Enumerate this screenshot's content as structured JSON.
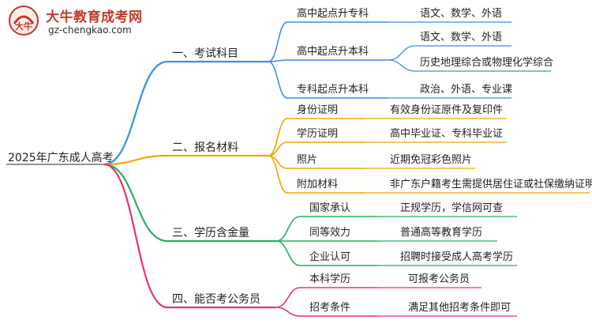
{
  "logo": {
    "title": "大牛教育成考网",
    "url": "gz-chengkao.com",
    "mark_text": "大牛"
  },
  "root": {
    "label": "2025年广东成人高考"
  },
  "branches": [
    {
      "label": "一、考试科目",
      "color": "#3b8ee8",
      "children": [
        {
          "label": "高中起点升专科",
          "leaves": [
            "语文、数学、外语"
          ]
        },
        {
          "label": "高中起点升本科",
          "leaves": [
            "语文、数学、外语",
            "历史地理综合或物理化学综合"
          ]
        },
        {
          "label": "专科起点升本科",
          "leaves": [
            "政治、外语、专业课"
          ]
        }
      ]
    },
    {
      "label": "二、报名材料",
      "color": "#f0a500",
      "children": [
        {
          "label": "身份证明",
          "leaves": [
            "有效身份证原件及复印件"
          ]
        },
        {
          "label": "学历证明",
          "leaves": [
            "高中毕业证、专科毕业证"
          ]
        },
        {
          "label": "照片",
          "leaves": [
            "近期免冠彩色照片"
          ]
        },
        {
          "label": "附加材料",
          "leaves": [
            "非广东户籍考生需提供居住证或社保缴纳证明"
          ]
        }
      ]
    },
    {
      "label": "三、学历含金量",
      "color": "#27ae60",
      "children": [
        {
          "label": "国家承认",
          "leaves": [
            "正规学历，学信网可查"
          ]
        },
        {
          "label": "同等效力",
          "leaves": [
            "普通高等教育学历"
          ]
        },
        {
          "label": "企业认可",
          "leaves": [
            "招聘时接受成人高考学历"
          ]
        }
      ]
    },
    {
      "label": "四、能否考公务员",
      "color": "#e8336d",
      "children": [
        {
          "label": "本科学历",
          "leaves": [
            "可报考公务员"
          ]
        },
        {
          "label": "招考条件",
          "leaves": [
            "满足其他招考条件即可"
          ]
        }
      ]
    }
  ]
}
